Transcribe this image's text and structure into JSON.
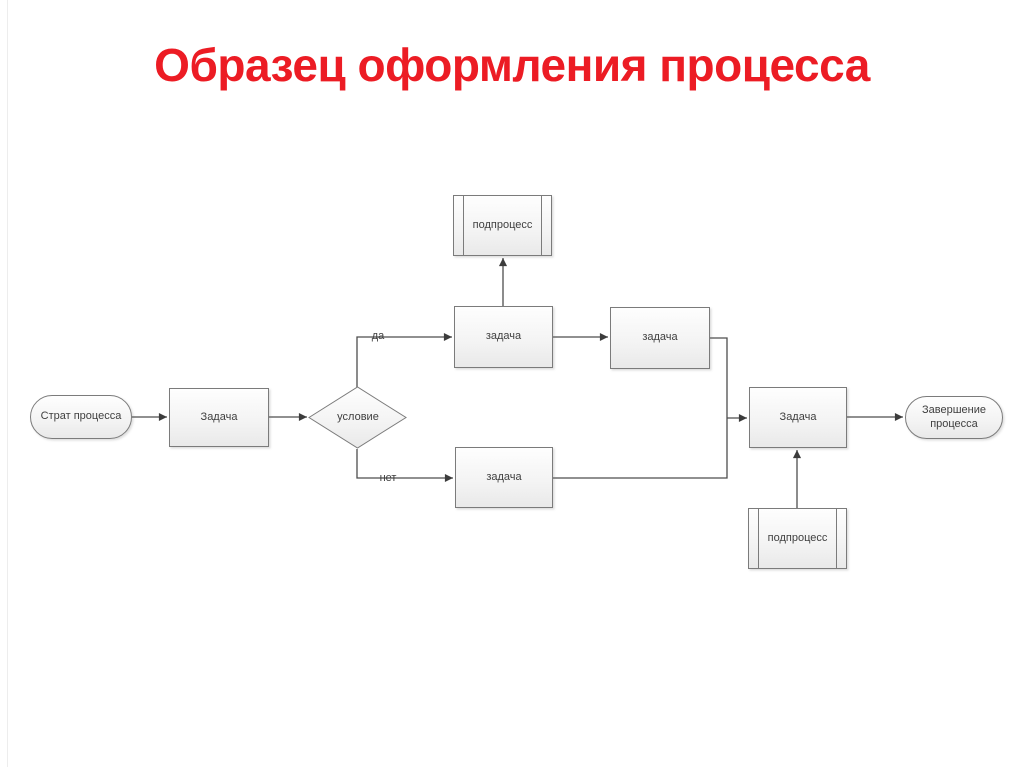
{
  "title": "Образец оформления процесса",
  "colors": {
    "title": "#ec1c24",
    "node_border": "#7b7b7b",
    "node_fill_top": "#fefefe",
    "node_fill_bottom": "#e9e9e9",
    "connector": "#4d4d4d"
  },
  "diagram": {
    "nodes": {
      "start": {
        "label": "Страт процесса",
        "type": "terminator"
      },
      "task1": {
        "label": "Задача",
        "type": "process"
      },
      "decision": {
        "label": "условие",
        "type": "decision"
      },
      "task_top1": {
        "label": "задача",
        "type": "process"
      },
      "task_top2": {
        "label": "задача",
        "type": "process"
      },
      "subprocess_top": {
        "label": "подпроцесс",
        "type": "subprocess"
      },
      "task_bottom": {
        "label": "задача",
        "type": "process"
      },
      "task_final": {
        "label": "Задача",
        "type": "process"
      },
      "subprocess_bottom": {
        "label": "подпроцесс",
        "type": "subprocess"
      },
      "end": {
        "label": "Завершение процесса",
        "type": "terminator"
      }
    },
    "edge_labels": {
      "yes": "да",
      "no": "нет"
    },
    "edges": [
      {
        "from": "start",
        "to": "task1"
      },
      {
        "from": "task1",
        "to": "decision"
      },
      {
        "from": "decision",
        "to": "task_top1",
        "label": "да"
      },
      {
        "from": "task_top1",
        "to": "subprocess_top"
      },
      {
        "from": "task_top1",
        "to": "task_top2"
      },
      {
        "from": "task_top2",
        "to": "task_final"
      },
      {
        "from": "decision",
        "to": "task_bottom",
        "label": "нет"
      },
      {
        "from": "task_bottom",
        "to": "task_final"
      },
      {
        "from": "subprocess_bottom",
        "to": "task_final"
      },
      {
        "from": "task_final",
        "to": "end"
      }
    ]
  }
}
